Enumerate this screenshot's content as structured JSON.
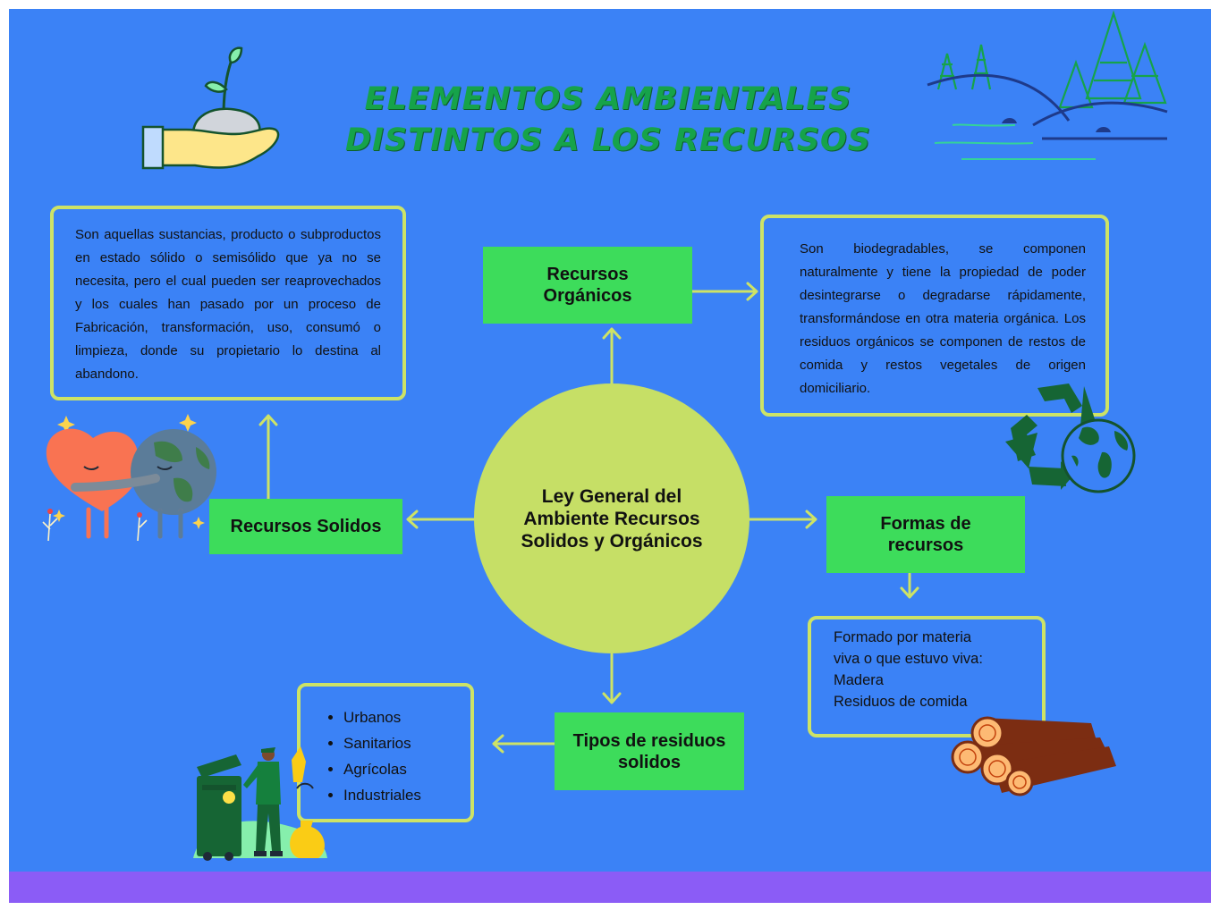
{
  "title": "ELEMENTOS AMBIENTALES DISTINTOS A LOS RECURSOS",
  "center": "Ley General del Ambiente Recursos Solidos y Orgánicos",
  "nodes": {
    "organicos": "Recursos Orgánicos",
    "solidos": "Recursos Solidos",
    "formas": "Formas de recursos",
    "tipos": "Tipos de residuos solidos"
  },
  "boxes": {
    "solidos_def": "Son aquellas sustancias, producto o subproductos en estado sólido o semisólido que ya no se necesita, pero el cual pueden ser reaprovechados y los cuales han pasado por un proceso de Fabricación, transformación, uso, consumó o limpieza, donde su propietario lo destina al abandono.",
    "organicos_def": "Son biodegradables, se componen naturalmente y tiene la propiedad de poder desintegrarse o degradarse rápidamente, transformándose en otra materia orgánica. Los residuos orgánicos se componen de restos de comida y restos vegetales de origen domiciliario.",
    "formas_lines": [
      "Formado por materia",
      "viva o que estuvo viva:",
      "Madera",
      "Residuos de comida"
    ],
    "tipos_list": [
      "Urbanos",
      "Sanitarios",
      "Agrícolas",
      "Industriales"
    ]
  },
  "colors": {
    "background": "#3b82f6",
    "node": "#3ddc5b",
    "circle": "#c6df66",
    "box_border": "#cde366",
    "title": "#16a34a",
    "band": "#8b5cf6"
  }
}
